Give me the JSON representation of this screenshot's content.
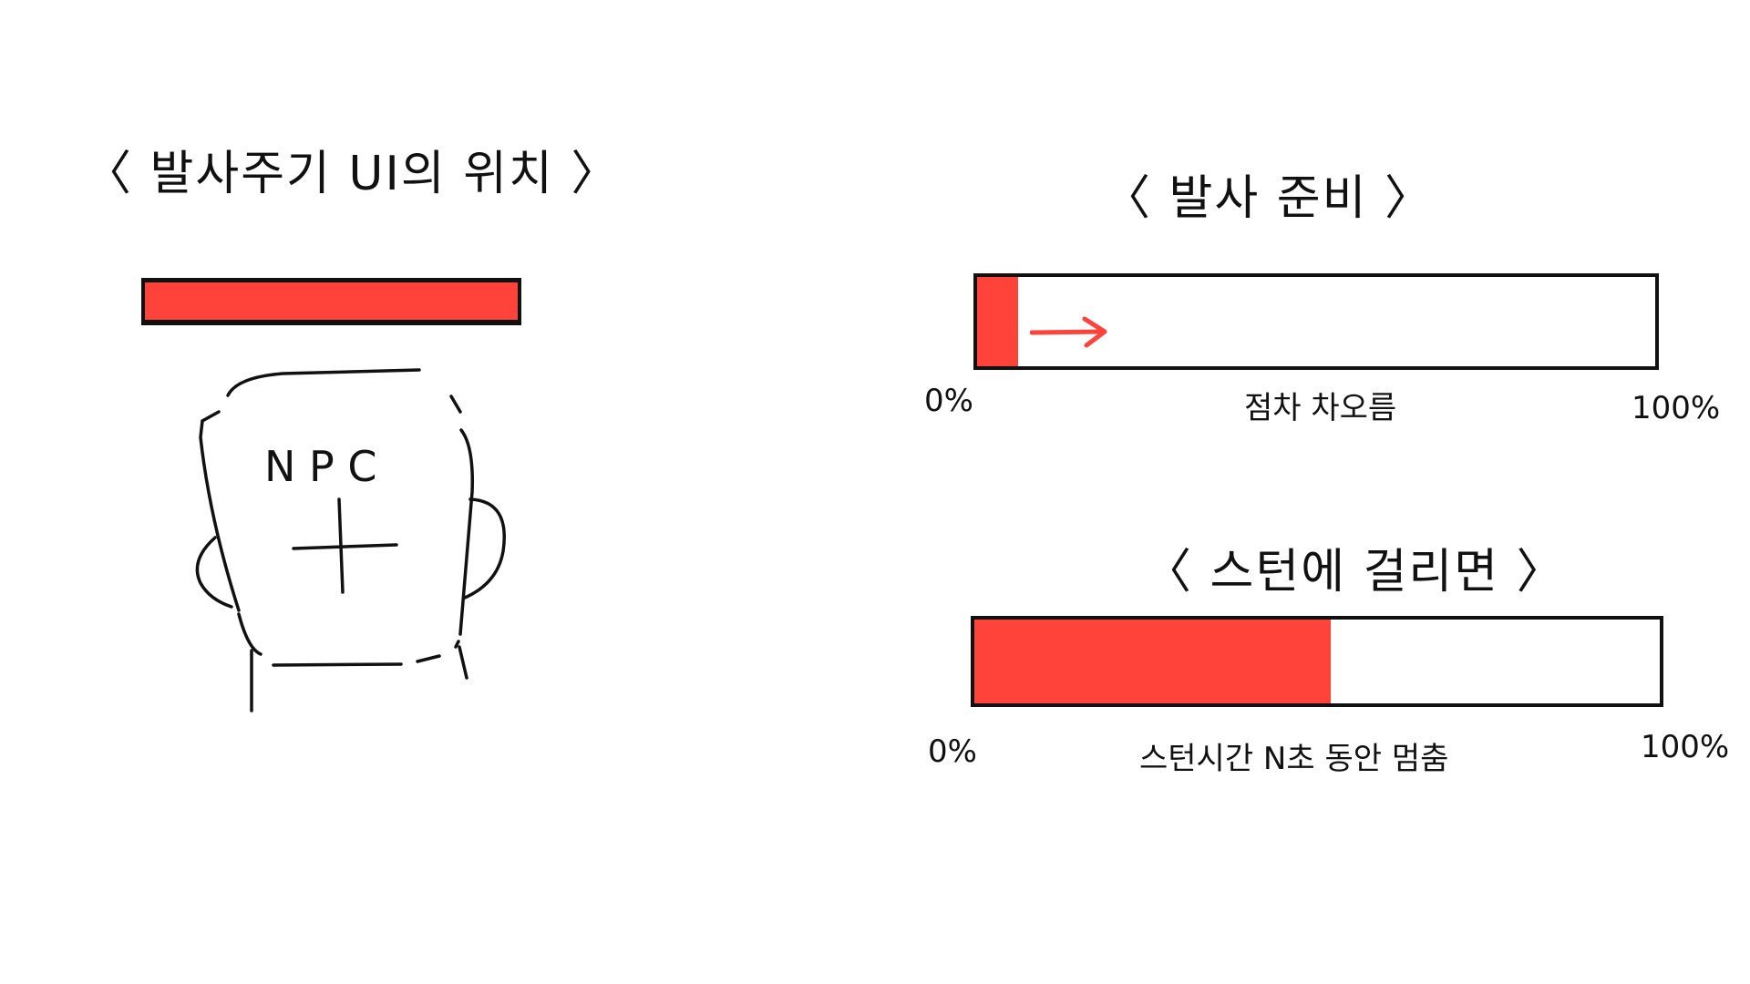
{
  "position_panel": {
    "title": "〈 발사주기 UI의 위치 〉",
    "npc_label": "N P C"
  },
  "fire_ready": {
    "title": "〈 발사 준비 〉",
    "fill_fraction": 0.06,
    "min_label": "0%",
    "mid_label": "점차 차오름",
    "max_label": "100%"
  },
  "stunned": {
    "title": "〈 스턴에 걸리면 〉",
    "fill_fraction": 0.52,
    "min_label": "0%",
    "mid_label": "스턴시간  N초 동안 멈춤",
    "max_label": "100%"
  },
  "colors": {
    "fill": "#ff433b",
    "line": "#111111"
  }
}
